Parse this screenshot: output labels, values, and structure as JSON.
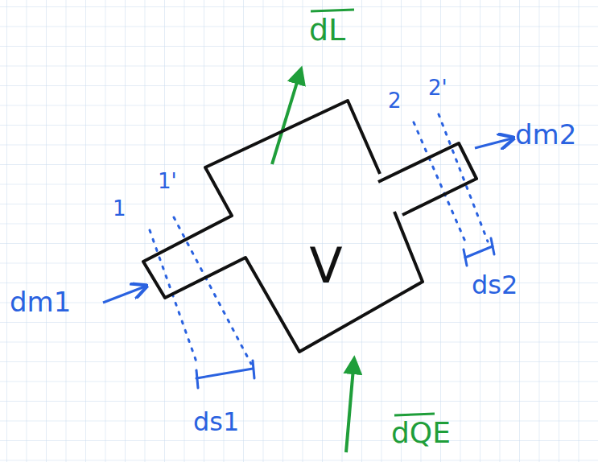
{
  "diagram": {
    "nodes": [
      {
        "text": [
          "V"
        ]
      }
    ],
    "labels": [
      "dL",
      "2",
      "2'",
      "1",
      "1'",
      "dm2",
      "dm1",
      "ds2",
      "ds1",
      "dQE"
    ]
  }
}
